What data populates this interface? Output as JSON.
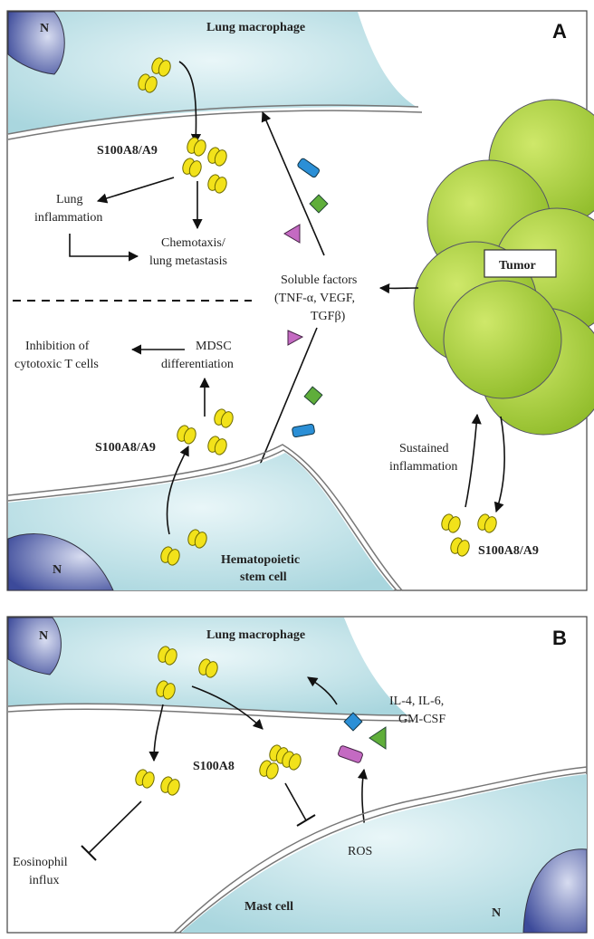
{
  "panel_a": {
    "letter": "A",
    "lung_macrophage": "Lung macrophage",
    "nucleus": "N",
    "s100_top": "S100A8/A9",
    "lung_inflammation_1": "Lung",
    "lung_inflammation_2": "inflammation",
    "chemotaxis_1": "Chemotaxis/",
    "chemotaxis_2": "lung metastasis",
    "soluble_1": "Soluble factors",
    "soluble_2": "(TNF-α, VEGF,",
    "soluble_3": "TGFβ)",
    "tumor": "Tumor",
    "inhibition_1": "Inhibition of",
    "inhibition_2": "cytotoxic T cells",
    "mdsc_1": "MDSC",
    "mdsc_2": "differentiation",
    "s100_mid": "S100A8/A9",
    "hsc_1": "Hematopoietic",
    "hsc_2": "stem cell",
    "nucleus_bottom": "N",
    "sustained_1": "Sustained",
    "sustained_2": "inflammation",
    "s100_right": "S100A8/A9"
  },
  "panel_b": {
    "letter": "B",
    "lung_macrophage": "Lung macrophage",
    "nucleus": "N",
    "il_1": "IL-4, IL-6,",
    "il_2": "GM-CSF",
    "s100a8": "S100A8",
    "eosinophil_1": "Eosinophil",
    "eosinophil_2": "influx",
    "ros": "ROS",
    "mast_cell": "Mast cell",
    "nucleus_bottom": "N"
  },
  "colors": {
    "cell_fill": "#cfe9ee",
    "nucleus": "#5a6bb0",
    "protein": "#f2e21a",
    "tumor": "#a6cc3a",
    "factor_blue": "#2b8fd6",
    "factor_green": "#5fae3a",
    "factor_pink": "#c46ac2"
  }
}
